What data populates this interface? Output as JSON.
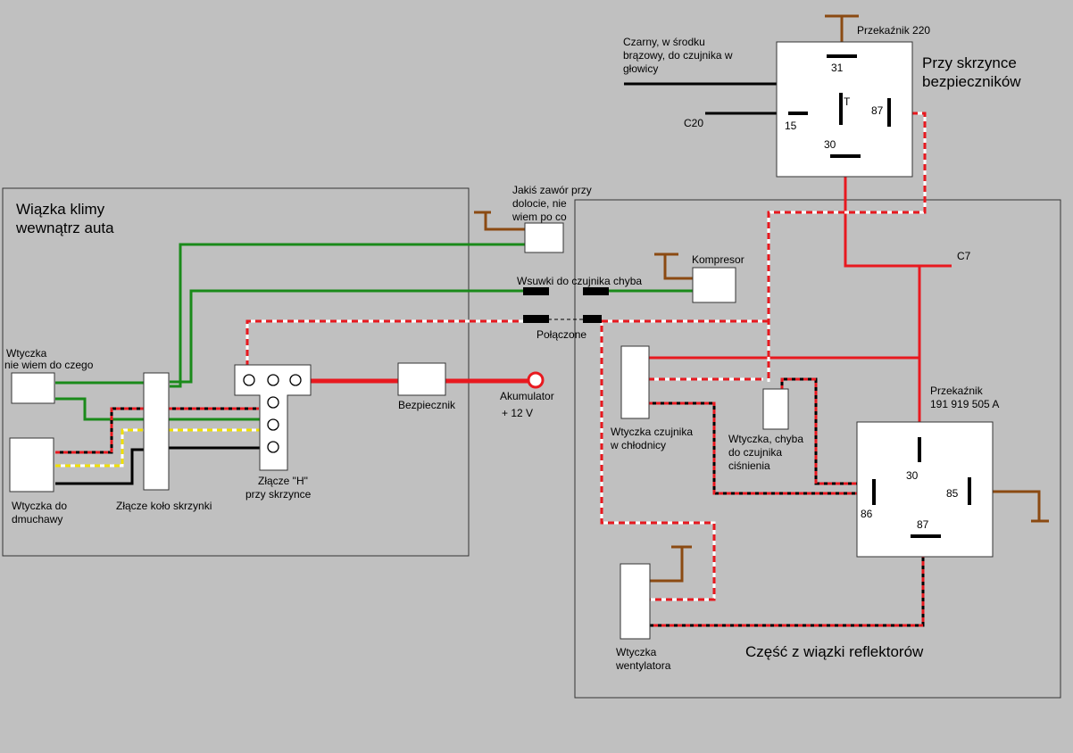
{
  "panels": {
    "left_title": [
      "Wiązka klimy",
      "wewnątrz auta"
    ],
    "right_title": "Część z wiązki reflektorów",
    "relay_box_title": [
      "Przy skrzynce",
      "bezpieczników"
    ]
  },
  "relay_top": {
    "name": "Przekaźnik 220",
    "pins": {
      "p31": "31",
      "pT": "T",
      "p87": "87",
      "p15": "15",
      "p30": "30"
    }
  },
  "relay_bottom": {
    "name": [
      "Przekaźnik",
      "191 919 505 A"
    ],
    "pins": {
      "p30": "30",
      "p85": "85",
      "p86": "86",
      "p87": "87"
    }
  },
  "labels": {
    "czarny": [
      "Czarny, w środku",
      "brązowy, do czujnika w",
      "głowicy"
    ],
    "c20": "C20",
    "c7": "C7",
    "zawor": [
      "Jakiś zawór przy",
      "dolocie, nie",
      "wiem po co"
    ],
    "kompresor": "Kompresor",
    "wsuwki": "Wsuwki do czujnika chyba",
    "polaczone": "Połączone",
    "wtyczka_nie_wiem": [
      "Wtyczka",
      "nie wiem do czego"
    ],
    "wtyczka_dmuchawy": [
      "Wtyczka do",
      "dmuchawy"
    ],
    "zlacze_kolo": "Złącze koło skrzynki",
    "zlacze_h": [
      "Złącze \"H\"",
      "przy skrzynce"
    ],
    "bezpiecznik": "Bezpiecznik",
    "akumulator": [
      "Akumulator",
      "+ 12 V"
    ],
    "wtyczka_chlodnicy": [
      "Wtyczka czujnika",
      "w chłodnicy"
    ],
    "wtyczka_cisnienia": [
      "Wtyczka, chyba",
      "do czujnika",
      "ciśnienia"
    ],
    "wtyczka_wentylatora": [
      "Wtyczka",
      "wentylatora"
    ]
  },
  "colors": {
    "background": "#c0c0c0",
    "red": "#e8191f",
    "green": "#1a8a1a",
    "brown": "#8b4a12",
    "yellow": "#f0e000",
    "black": "#000000",
    "white": "#ffffff"
  }
}
